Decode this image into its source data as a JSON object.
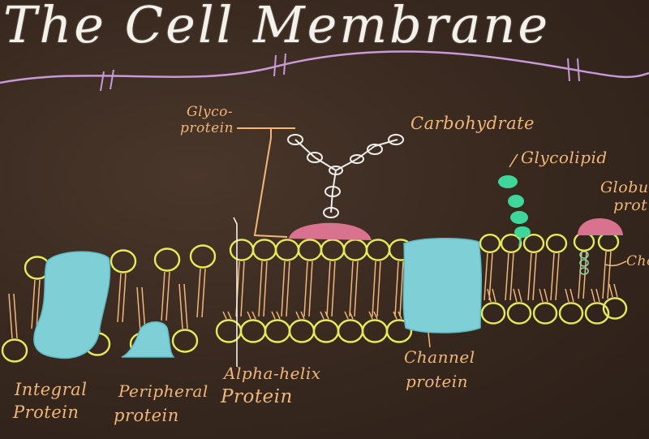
{
  "title": "The Cell Membrane",
  "labels": {
    "glycoprotein_line1": "Glyco-",
    "glycoprotein_line2": "protein",
    "carbohydrate": "Carbohydrate",
    "glycolipid": "Glycolipid",
    "globular_line1": "Globu",
    "globular_line2": "prot",
    "cholesterol_partial": "Cho",
    "integral_line1": "Integral",
    "integral_line2": "Protein",
    "peripheral_line1": "Peripheral",
    "peripheral_line2": "protein",
    "alpha_line1": "Alpha-helix",
    "alpha_line2": "Protein",
    "channel_line1": "Channel",
    "channel_line2": "protein"
  },
  "colors": {
    "chalkboard": "#3a2a20",
    "title_chalk": "#f3f1ea",
    "label_chalk": "#f0b778",
    "phospholipid_head": "#e6ea5a",
    "protein_blue": "#7ed0d6",
    "glycoprotein_pink": "#d9728f",
    "glycolipid_green": "#3fd69c",
    "underline_purple": "#c79ad6"
  }
}
